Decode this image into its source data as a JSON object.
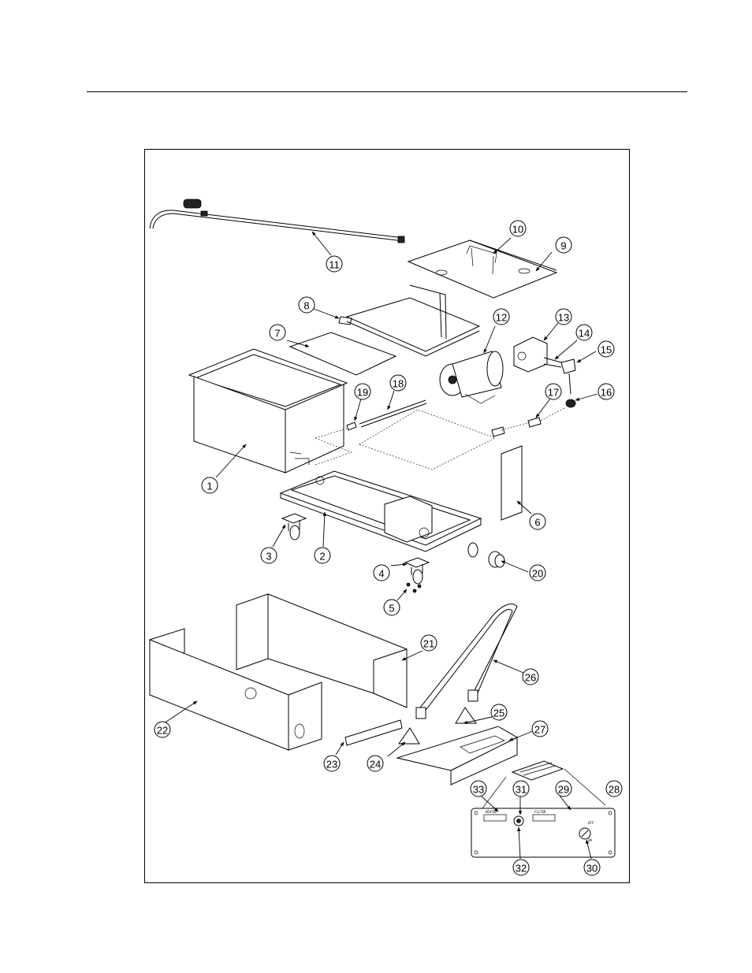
{
  "colors": {
    "ink": "#000000",
    "paper": "#ffffff"
  },
  "callouts": [
    {
      "label": "1"
    },
    {
      "label": "2"
    },
    {
      "label": "3"
    },
    {
      "label": "4"
    },
    {
      "label": "5"
    },
    {
      "label": "6"
    },
    {
      "label": "7"
    },
    {
      "label": "8"
    },
    {
      "label": "9"
    },
    {
      "label": "10"
    },
    {
      "label": "11"
    },
    {
      "label": "12"
    },
    {
      "label": "13"
    },
    {
      "label": "14"
    },
    {
      "label": "15"
    },
    {
      "label": "16"
    },
    {
      "label": "17"
    },
    {
      "label": "18"
    },
    {
      "label": "19"
    },
    {
      "label": "20"
    },
    {
      "label": "21"
    },
    {
      "label": "22"
    },
    {
      "label": "23"
    },
    {
      "label": "24"
    },
    {
      "label": "25"
    },
    {
      "label": "26"
    },
    {
      "label": "27"
    },
    {
      "label": "28"
    },
    {
      "label": "29"
    },
    {
      "label": "30"
    },
    {
      "label": "31"
    },
    {
      "label": "32"
    },
    {
      "label": "33"
    }
  ],
  "control_panel": {
    "heater_label": "HEATER",
    "filter_label": "FILTER",
    "off_label": "OFF",
    "on_label": "ON"
  }
}
